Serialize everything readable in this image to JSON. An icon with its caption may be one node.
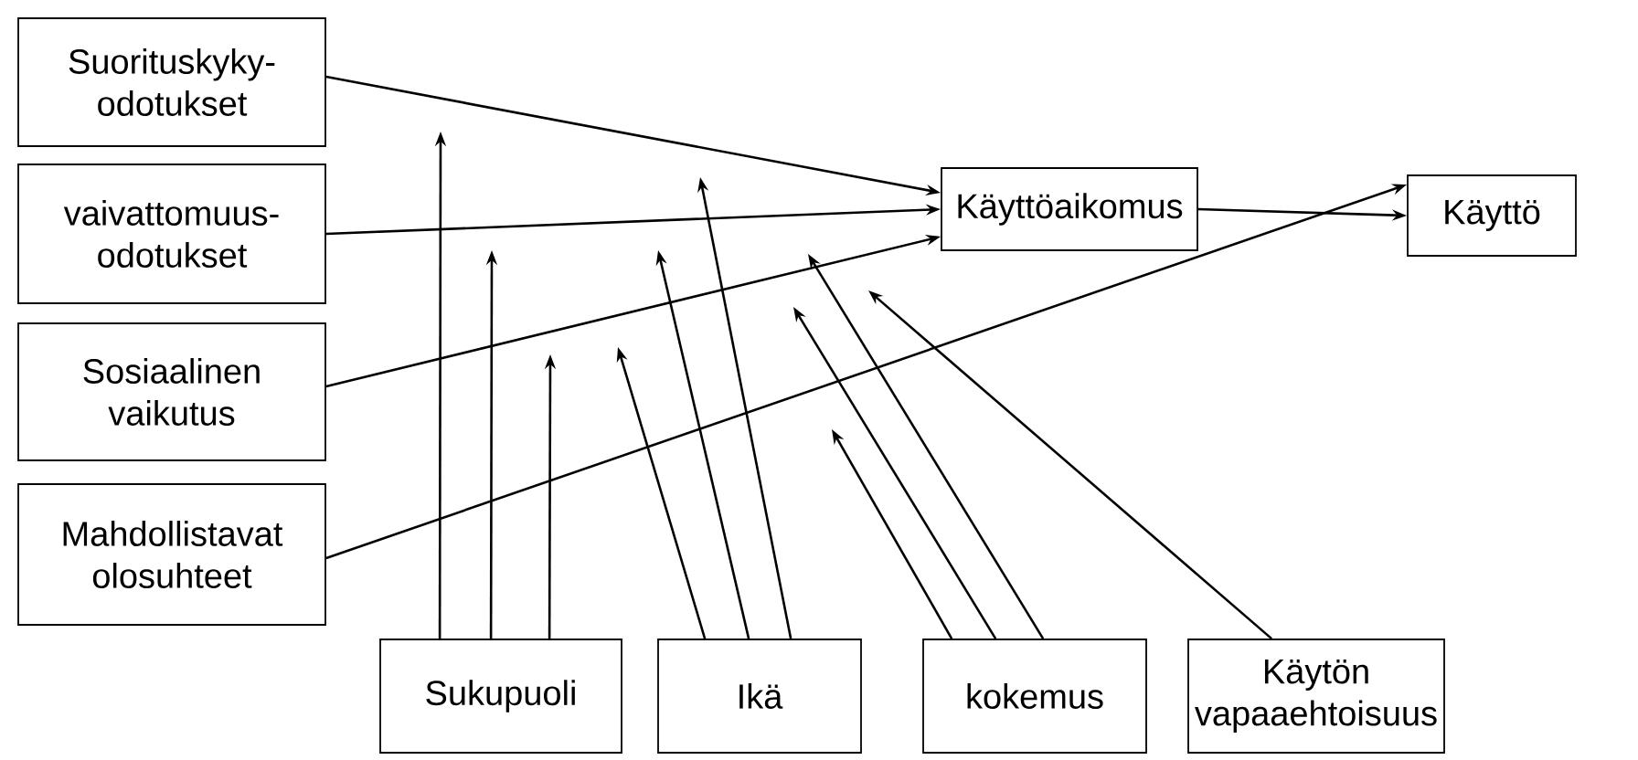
{
  "diagram": {
    "nodes": [
      {
        "text": [
          "Suorituskyky- odotukset"
        ]
      },
      {
        "text": [
          "vaivattomuus- odotukset"
        ]
      },
      {
        "text": [
          "Sosiaalinen vaikutus"
        ]
      },
      {
        "text": [
          "Mahdollistavat olosuhteet"
        ]
      },
      {
        "text": [
          "Käyttöaikomus"
        ]
      },
      {
        "text": [
          "Käyttö"
        ]
      },
      {
        "text": [
          "Sukupuoli"
        ]
      },
      {
        "text": [
          "Ikä"
        ]
      },
      {
        "text": [
          "kokemus"
        ]
      },
      {
        "text": [
          "Käytön vapaaehtoisuus"
        ]
      }
    ],
    "edges": [
      {
        "from": 0,
        "to": 4,
        "arrow": "to"
      },
      {
        "from": 1,
        "to": 4,
        "arrow": "to"
      },
      {
        "from": 2,
        "to": 4,
        "arrow": "to"
      },
      {
        "from": 3,
        "to": 5,
        "arrow": "to"
      },
      {
        "from": 4,
        "to": 5,
        "arrow": "to"
      },
      {
        "from": 6,
        "to": null,
        "arrow": "to"
      },
      {
        "from": 6,
        "to": null,
        "arrow": "to"
      },
      {
        "from": 6,
        "to": null,
        "arrow": "to"
      },
      {
        "from": 7,
        "to": null,
        "arrow": "to"
      },
      {
        "from": 7,
        "to": null,
        "arrow": "to"
      },
      {
        "from": 7,
        "to": null,
        "arrow": "to"
      },
      {
        "from": 8,
        "to": null,
        "arrow": "to"
      },
      {
        "from": 8,
        "to": null,
        "arrow": "to"
      },
      {
        "from": 8,
        "to": null,
        "arrow": "to"
      },
      {
        "from": 9,
        "to": null,
        "arrow": "to"
      }
    ]
  }
}
